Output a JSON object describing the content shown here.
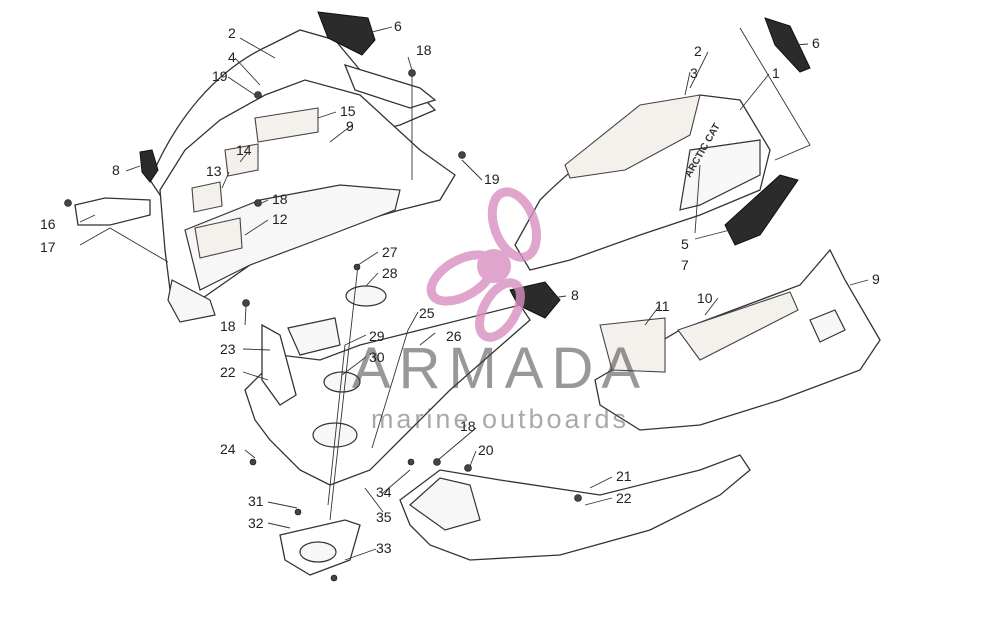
{
  "watermark": {
    "title": "ARMADA",
    "subtitle": "marine outboards",
    "logo_color": "#d98fc0"
  },
  "callouts": {
    "c1": "1",
    "c2a": "2",
    "c2b": "2",
    "c3": "3",
    "c4": "4",
    "c5": "5",
    "c6a": "6",
    "c6b": "6",
    "c7": "7",
    "c8a": "8",
    "c8b": "8",
    "c9a": "9",
    "c9b": "9",
    "c10": "10",
    "c11": "11",
    "c12": "12",
    "c13": "13",
    "c14": "14",
    "c15": "15",
    "c16": "16",
    "c17": "17",
    "c18a": "18",
    "c18b": "18",
    "c18c": "18",
    "c18d": "18",
    "c19a": "19",
    "c19b": "19",
    "c20": "20",
    "c21": "21",
    "c22a": "22",
    "c22b": "22",
    "c23": "23",
    "c24": "24",
    "c25": "25",
    "c26": "26",
    "c27": "27",
    "c28": "28",
    "c29": "29",
    "c30": "30",
    "c31": "31",
    "c32": "32",
    "c33": "33",
    "c34": "34",
    "c35": "35"
  },
  "decal_text": "ARCTIC CAT"
}
